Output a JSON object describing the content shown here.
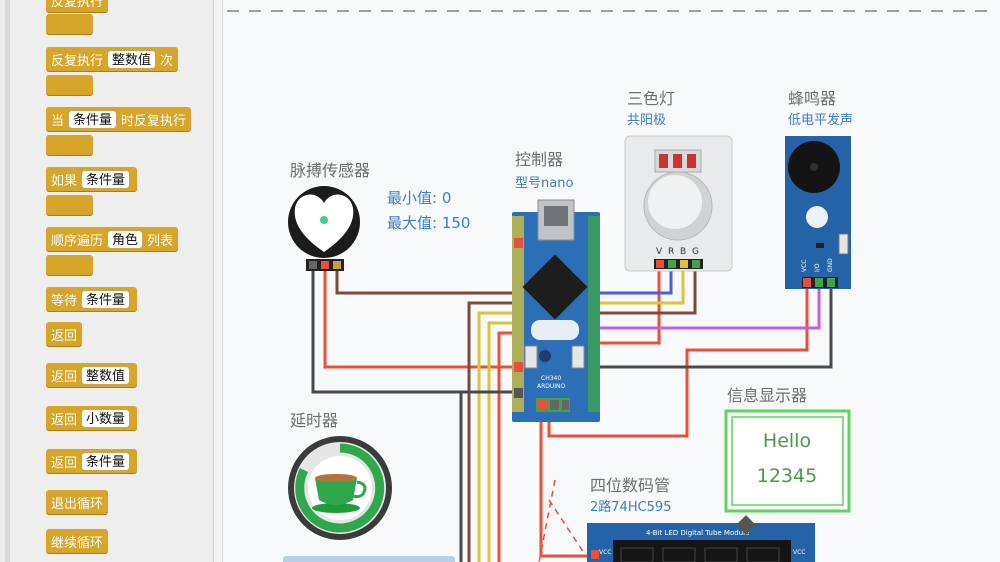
{
  "palette": {
    "top_block": "反复执行",
    "repeat": {
      "label": "反复执行",
      "slot": "整数值",
      "suffix": "次"
    },
    "while": {
      "label": "当",
      "slot": "条件量",
      "suffix": "时反复执行"
    },
    "if": {
      "label": "如果",
      "slot": "条件量"
    },
    "foreach": {
      "label": "顺序遍历",
      "slot": "角色",
      "suffix": "列表"
    },
    "wait": {
      "label": "等待",
      "slot": "条件量"
    },
    "return": "返回",
    "return_int": {
      "label": "返回",
      "slot": "整数值"
    },
    "return_dec": {
      "label": "返回",
      "slot": "小数量"
    },
    "return_cond": {
      "label": "返回",
      "slot": "条件量"
    },
    "break": "退出循环",
    "continue": "继续循环"
  },
  "devices": {
    "pulse": {
      "title": "脉搏传感器",
      "min": "最小值: 0",
      "max": "最大值: 150"
    },
    "controller": {
      "title": "控制器",
      "model": "型号nano",
      "chip_text_1": "CH340",
      "chip_text_2": "ARDUINO"
    },
    "rgb": {
      "title": "三色灯",
      "type": "共阳极",
      "pins": [
        "V",
        "R",
        "B",
        "G"
      ]
    },
    "buzzer": {
      "title": "蜂鸣器",
      "type": "低电平发声",
      "pins": [
        "VCC",
        "I/O",
        "GND"
      ]
    },
    "delay": {
      "title": "延时器"
    },
    "display": {
      "title": "信息显示器",
      "line1": "Hello",
      "line2": "12345"
    },
    "tube": {
      "title": "四位数码管",
      "type": "2路74HC595",
      "module_text": "4-Bit LED Digital Tube Module",
      "pin_left": "VCC",
      "pin_right": "VCC"
    }
  },
  "colors": {
    "block": "#d6a529",
    "label_blue": "#3b7fc4",
    "board_blue": "#2c6fb7",
    "display_green": "#5fd35f",
    "wire_red": "#e8503a",
    "wire_brown": "#7a4a3d",
    "wire_gray": "#4a4a4a",
    "wire_yellow": "#d8c53a",
    "wire_blue": "#4b5fd6",
    "wire_violet": "#c060e0"
  }
}
